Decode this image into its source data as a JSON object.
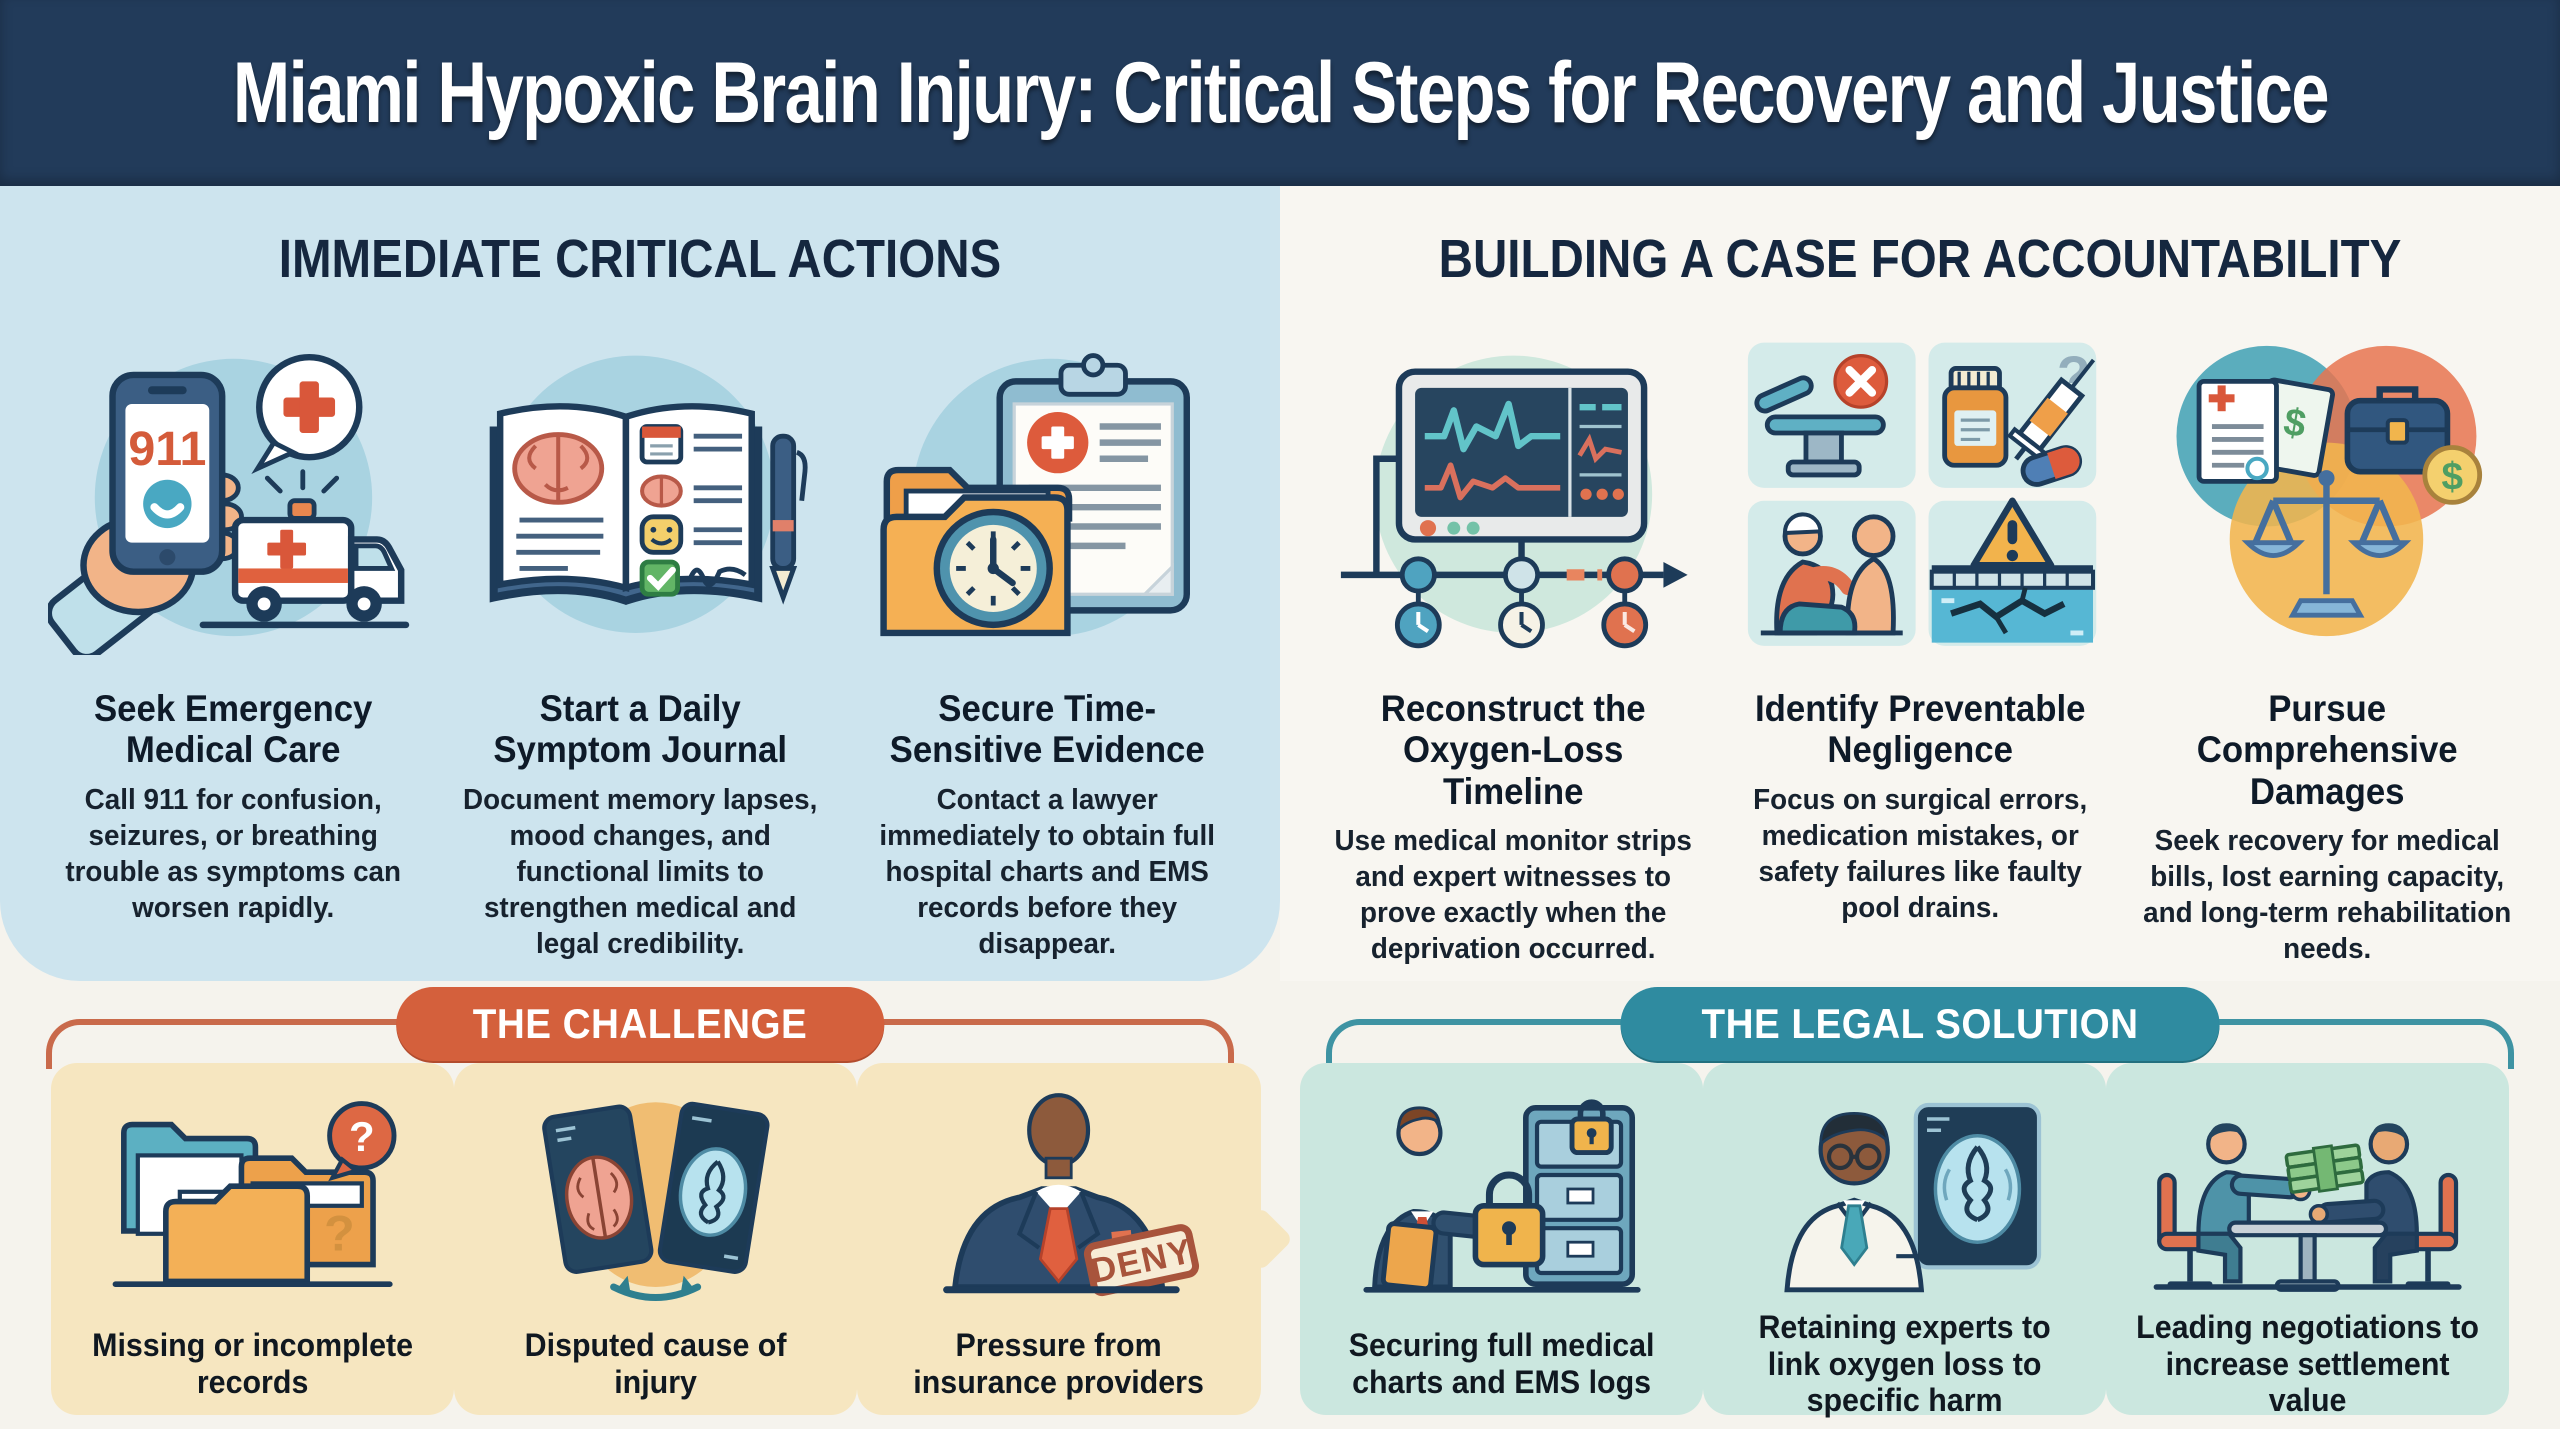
{
  "page_title": "Miami Hypoxic Brain Injury: Critical Steps for Recovery and Justice",
  "colors": {
    "header_bg": "#223b5a",
    "left_panel_bg": "#cde4ee",
    "right_panel_bg": "#f8f6f1",
    "challenge_accent": "#d4603c",
    "solution_accent": "#2f8ba0",
    "challenge_card_bg": "#f6e6c0",
    "solution_card_bg": "#cbe7df"
  },
  "immediate_actions": {
    "heading": "IMMEDIATE CRITICAL ACTIONS",
    "items": [
      {
        "icon": "emergency-call-illustration",
        "title": "Seek Emergency Medical Care",
        "description": "Call 911 for confusion, seizures, or breathing trouble as symptoms can worsen rapidly."
      },
      {
        "icon": "symptom-journal-illustration",
        "title": "Start a Daily Symptom Journal",
        "description": "Document memory lapses, mood changes, and functional limits to strengthen medical and legal credibility."
      },
      {
        "icon": "time-sensitive-evidence-illustration",
        "title": "Secure Time-Sensitive Evidence",
        "description": "Contact a lawyer immediately to obtain full hospital charts and EMS records before they disappear."
      }
    ]
  },
  "accountability": {
    "heading": "BUILDING A CASE FOR ACCOUNTABILITY",
    "items": [
      {
        "icon": "oxygen-loss-timeline-illustration",
        "title": "Reconstruct the Oxygen-Loss Timeline",
        "description": "Use medical monitor strips and expert witnesses to prove exactly when the deprivation occurred."
      },
      {
        "icon": "preventable-negligence-illustration",
        "title": "Identify Preventable Negligence",
        "description": "Focus on surgical errors, medication mistakes, or safety failures like faulty pool drains."
      },
      {
        "icon": "comprehensive-damages-illustration",
        "title": "Pursue Comprehensive Damages",
        "description": "Seek recovery for medical bills, lost earning capacity, and long-term rehabilitation needs."
      }
    ]
  },
  "challenge": {
    "badge": "THE CHALLENGE",
    "items": [
      {
        "icon": "missing-records-illustration",
        "caption": "Missing or incomplete records"
      },
      {
        "icon": "disputed-cause-illustration",
        "caption": "Disputed cause of injury"
      },
      {
        "icon": "insurance-pressure-illustration",
        "caption": "Pressure from insurance providers"
      }
    ]
  },
  "solution": {
    "badge": "THE LEGAL SOLUTION",
    "items": [
      {
        "icon": "medical-charts-lock-illustration",
        "caption": "Securing full medical charts and EMS logs"
      },
      {
        "icon": "expert-link-illustration",
        "caption": "Retaining experts to link oxygen loss to specific harm"
      },
      {
        "icon": "negotiation-illustration",
        "caption": "Leading negotiations to increase settlement value"
      }
    ]
  },
  "illustration_labels": {
    "call_number": "911",
    "deny_stamp": "DENY",
    "question_mark": "?",
    "dollar_sign": "$"
  }
}
